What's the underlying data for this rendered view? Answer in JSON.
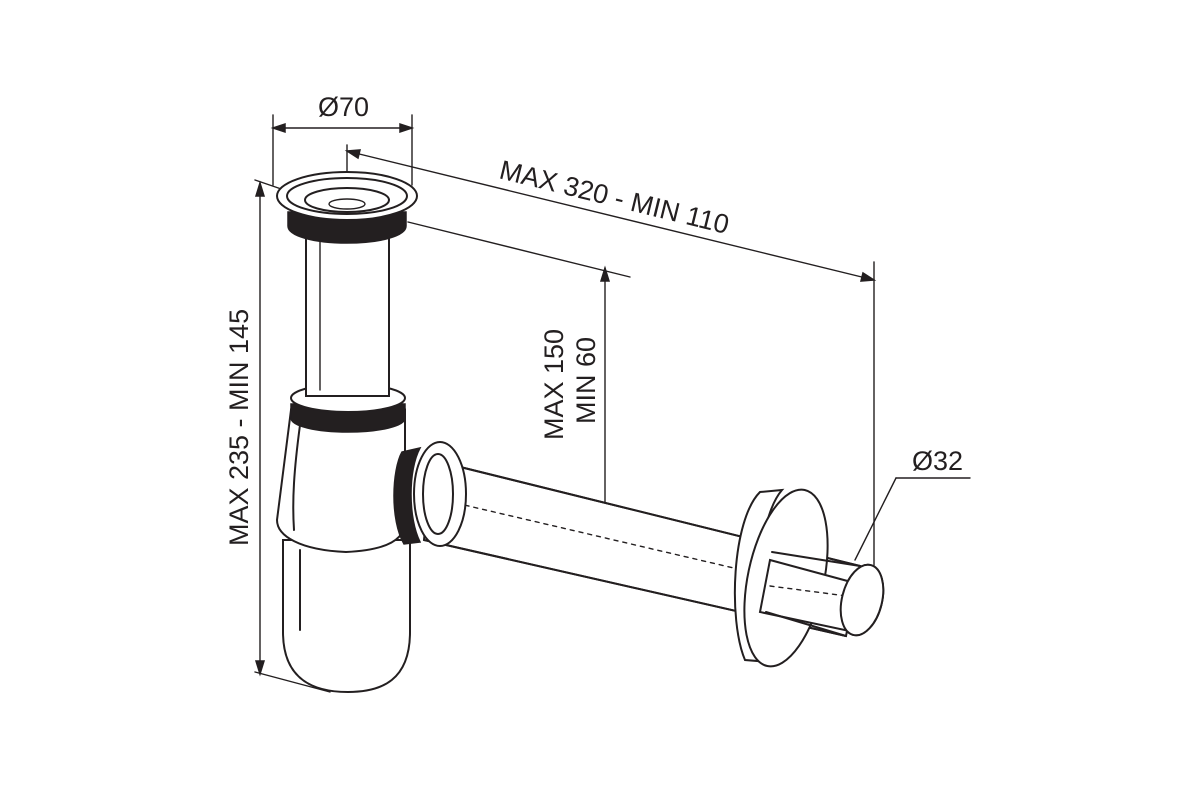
{
  "dimensions": {
    "flange_diameter": "Ø70",
    "outlet_length": "MAX 320 - MIN 110",
    "outlet_height_max": "MAX 150",
    "outlet_height_min": "MIN 60",
    "total_height": "MAX 235 - MIN 145",
    "pipe_diameter": "Ø32"
  }
}
